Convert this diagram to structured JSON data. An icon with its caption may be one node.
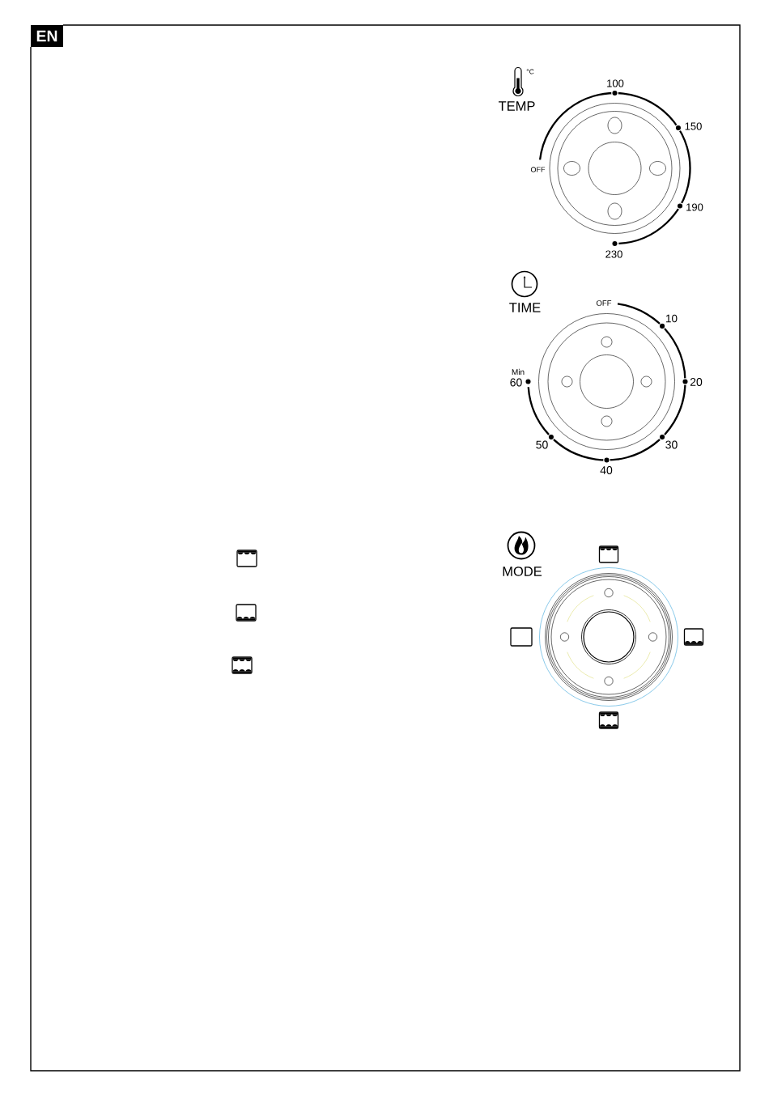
{
  "diagram": {
    "labels": [
      "EN",
      "°C",
      "TEMP",
      "100",
      "150",
      "OFF",
      "190",
      "230",
      "TIME",
      "OFF",
      "10",
      "Min",
      "60",
      "20",
      "50",
      "30",
      "40",
      "MODE"
    ]
  }
}
